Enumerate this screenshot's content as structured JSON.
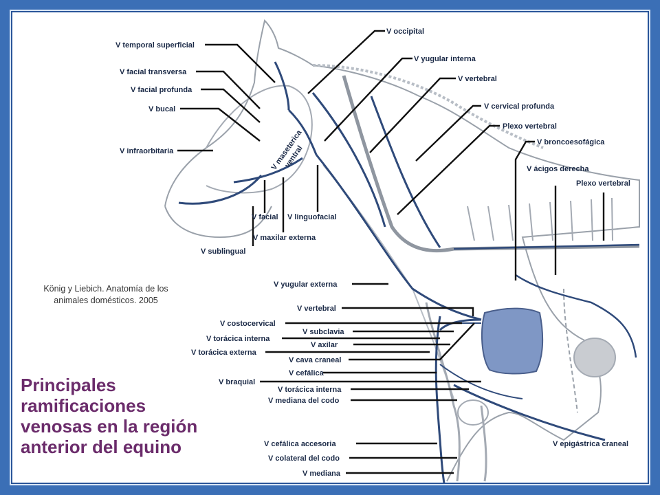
{
  "title_lines": [
    "Principales",
    "ramificaciones",
    "venosas en la región",
    "anterior del equino"
  ],
  "citation_lines": [
    "König y Liebich. Anatomía de los",
    "animales domésticos. 2005"
  ],
  "labels": {
    "temporal_superficial": "V temporal superficial",
    "facial_transversa": "V facial transversa",
    "facial_profunda": "V facial profunda",
    "bucal": "V bucal",
    "infraorbitaria": "V infraorbitaria",
    "masseterica_line1": "V maseterica",
    "masseterica_line2": "ventral",
    "facial": "V facial",
    "linguofacial": "V linguofacial",
    "maxilar_externa": "V maxilar externa",
    "sublingual": "V sublingual",
    "occipital": "V occipital",
    "yugular_interna": "V yugular interna",
    "vertebral_top": "V vertebral",
    "cervical_profunda": "V cervical profunda",
    "plexo_vertebral_1": "Plexo vertebral",
    "broncoesofagica": "V broncoesofágica",
    "acigos_derecha": "V ácigos derecha",
    "plexo_vertebral_2": "Plexo vertebral",
    "yugular_externa": "V yugular externa",
    "vertebral_mid": "V vertebral",
    "costocervical": "V costocervical",
    "subclavia": "V subclavia",
    "toracica_interna_1": "V torácica interna",
    "axilar": "V axilar",
    "toracica_externa": "V torácica externa",
    "cava_craneal": "V cava craneal",
    "cefalica": "V cefálica",
    "braquial": "V braquial",
    "toracica_interna_2": "V torácica interna",
    "mediana_del_codo": "V mediana del codo",
    "cefalica_accesoria": "V cefálica accesoria",
    "colateral_del_codo": "V colateral del codo",
    "mediana": "V mediana",
    "epigastrica_craneal": "V epigástrica craneal"
  },
  "colors": {
    "frame": "#3b6fb6",
    "title": "#6b2c6b",
    "vein": "#2f4a7a",
    "heart": "#7f97c5"
  }
}
